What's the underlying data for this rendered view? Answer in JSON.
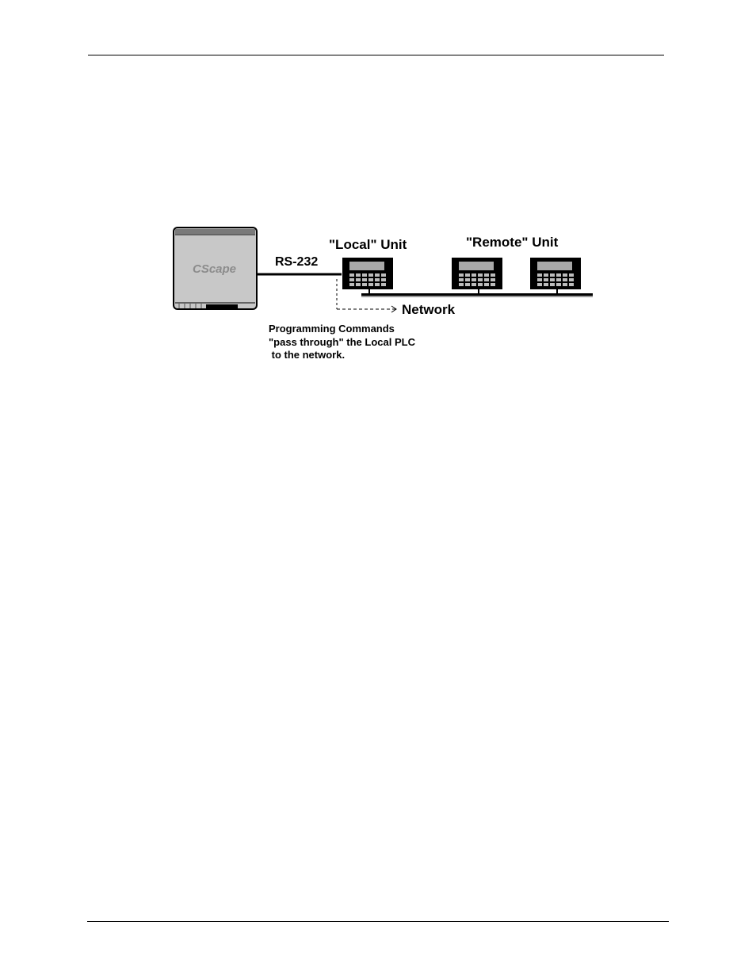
{
  "diagram": {
    "pc_label": "CScape",
    "cable_label": "RS-232",
    "local_unit_label": "\"Local\" Unit",
    "remote_unit_label": "\"Remote\" Unit",
    "network_label": "Network",
    "note_lines": [
      "Programming Commands",
      "\"pass through\" the Local PLC",
      " to the network."
    ]
  }
}
